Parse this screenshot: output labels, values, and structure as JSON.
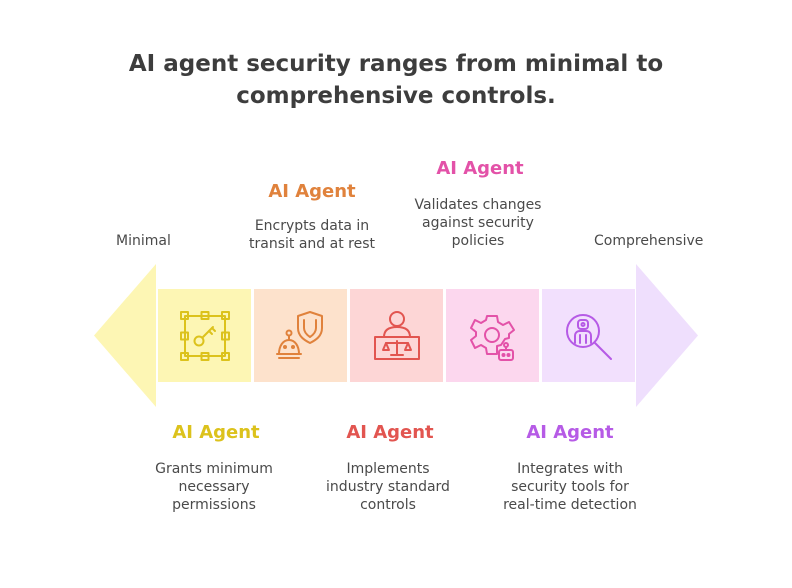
{
  "title": {
    "line1": "AI agent security ranges from minimal to",
    "line2": "comprehensive controls."
  },
  "scale": {
    "left": "Minimal",
    "right": "Comprehensive"
  },
  "colors": {
    "yellow": "#dcc21c",
    "orange": "#e0823c",
    "red": "#e25550",
    "pink": "#e352a8",
    "purple": "#b65be6"
  },
  "stages": [
    {
      "title": "AI Agent",
      "color": "#dcc21c",
      "icon": "key-grid-icon",
      "desc": [
        "Grants minimum",
        "necessary",
        "permissions"
      ]
    },
    {
      "title": "AI Agent",
      "color": "#e0823c",
      "icon": "robot-shield-icon",
      "desc": [
        "Encrypts data in",
        "transit and at rest"
      ]
    },
    {
      "title": "AI Agent",
      "color": "#e25550",
      "icon": "judge-scales-icon",
      "desc": [
        "Implements",
        "industry standard",
        "controls"
      ]
    },
    {
      "title": "AI Agent",
      "color": "#e352a8",
      "icon": "gear-robot-icon",
      "desc": [
        "Validates changes",
        "against security",
        "policies"
      ]
    },
    {
      "title": "AI Agent",
      "color": "#b65be6",
      "icon": "robot-magnifier-icon",
      "desc": [
        "Integrates with",
        "security tools for",
        "real-time detection"
      ]
    }
  ]
}
